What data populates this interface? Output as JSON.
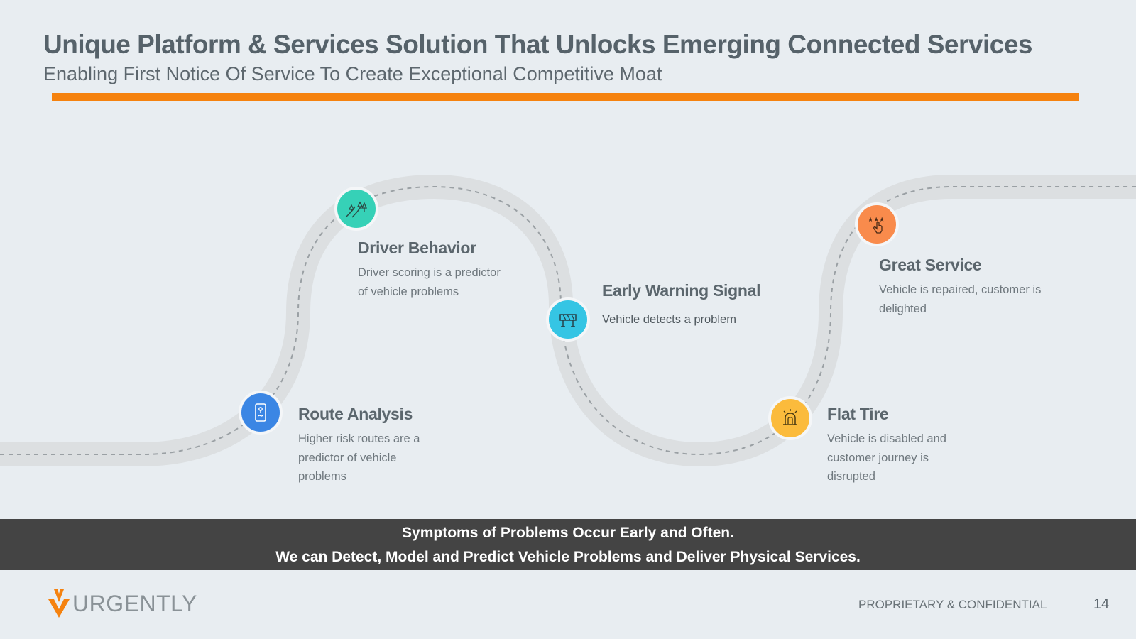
{
  "header": {
    "title": "Unique Platform & Services Solution That Unlocks Emerging Connected Services",
    "subtitle": "Enabling First Notice Of Service To Create Exceptional Competitive Moat"
  },
  "steps": [
    {
      "title": "Route Analysis",
      "desc": "Higher risk routes are a predictor of vehicle problems",
      "icon": "map-phone-icon",
      "color": "#3b86e4"
    },
    {
      "title": "Driver Behavior",
      "desc": "Driver scoring is a predictor of vehicle problems",
      "icon": "road-trees-icon",
      "color": "#36d1b7"
    },
    {
      "title": "Early Warning Signal",
      "desc": "Vehicle detects a problem",
      "icon": "road-barrier-icon",
      "color": "#35c5e4"
    },
    {
      "title": "Flat Tire",
      "desc": "Vehicle is disabled and customer journey is disrupted",
      "icon": "alarm-light-icon",
      "color": "#fbbb3c"
    },
    {
      "title": "Great Service",
      "desc": "Vehicle  is repaired, customer is delighted",
      "icon": "star-rating-hand-icon",
      "color": "#f98b4c"
    }
  ],
  "banner": {
    "line1": "Symptoms of Problems Occur Early and Often.",
    "line2": "We can Detect, Model and Predict Vehicle Problems and Deliver Physical Services."
  },
  "footer": {
    "logo_text": "URGENTLY",
    "confidential": "PROPRIETARY & CONFIDENTIAL",
    "page_number": "14"
  },
  "colors": {
    "accent": "#f5820f",
    "road": "#dcdfe1",
    "banner": "#444444"
  }
}
